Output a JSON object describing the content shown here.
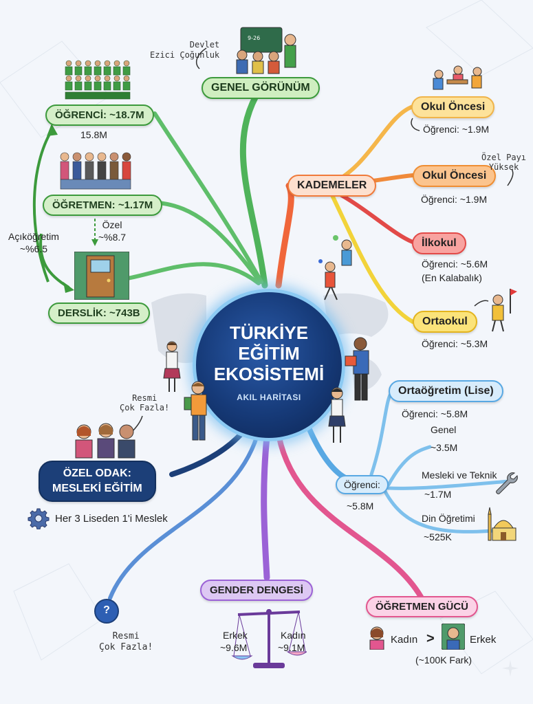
{
  "center": {
    "title_line1": "TÜRKİYE",
    "title_line2": "EĞİTİM",
    "title_line3": "EKOSİSTEMİ",
    "subtitle": "AKIL HARİTASI"
  },
  "genel": {
    "title": "GENEL GÖRÜNÜM",
    "note": "Devlet\nEzici Çoğunluk",
    "ogrenci": "ÖĞRENCİ: ~18.7M",
    "ogrenci_sub": "15.8M",
    "ogretmen": "ÖĞRETMEN: ~1.17M",
    "ozel": "Özel\n~%8.7",
    "acik": "Açıköğretim\n~%6.5",
    "derslik": "DERSLİK: ~743B"
  },
  "kademeler": {
    "title": "KADEMELER",
    "items": [
      {
        "label": "Okul Öncesi",
        "detail": "Öğrenci: ~1.9M"
      },
      {
        "label": "Okul Öncesi",
        "detail": "Öğrenci: ~1.9M"
      },
      {
        "label": "İlkokul",
        "detail": "Öğrenci: ~5.6M",
        "detail2": "(En Kalabalık)"
      },
      {
        "label": "Ortaokul",
        "detail": "Öğrenci: ~5.3M"
      }
    ],
    "ozel_payi": "Özel Payı\nYüksek"
  },
  "lise": {
    "title": "Ortaöğretim (Lise)",
    "ogrenci": "Öğrenci: ~5.8M",
    "node_label": "Öğrenci:",
    "node_value": "~5.8M",
    "branches": [
      {
        "label": "Genel",
        "value": "~3.5M"
      },
      {
        "label": "Mesleki ve Teknik",
        "value": "~1.7M"
      },
      {
        "label": "Din Öğretimi",
        "value": "~525K"
      }
    ]
  },
  "ozel_odak": {
    "title_line1": "ÖZEL ODAK:",
    "title_line2": "MESLEKİ EĞİTİM",
    "note": "Resmi\nÇok Fazla!",
    "detail": "Her 3 Liseden 1'i Meslek"
  },
  "question": {
    "mark": "?",
    "note": "Resmi\nÇok Fazla!"
  },
  "gender": {
    "title": "GENDER DENGESİ",
    "male_label": "Erkek",
    "male_value": "~9.6M",
    "female_label": "Kadın",
    "female_value": "~9.1M"
  },
  "ogretmen_gucu": {
    "title": "ÖĞRETMEN GÜCÜ",
    "female": "Kadın",
    "gt": ">",
    "male": "Erkek",
    "diff": "(~100K Fark)"
  },
  "colors": {
    "green": "#3c9a3c",
    "orange": "#f07a3a",
    "yellow": "#e8c232",
    "red": "#e24a48",
    "blue": "#58a8e3",
    "navy": "#1c3f78",
    "purple": "#9b62d6",
    "pink": "#e2568f"
  }
}
